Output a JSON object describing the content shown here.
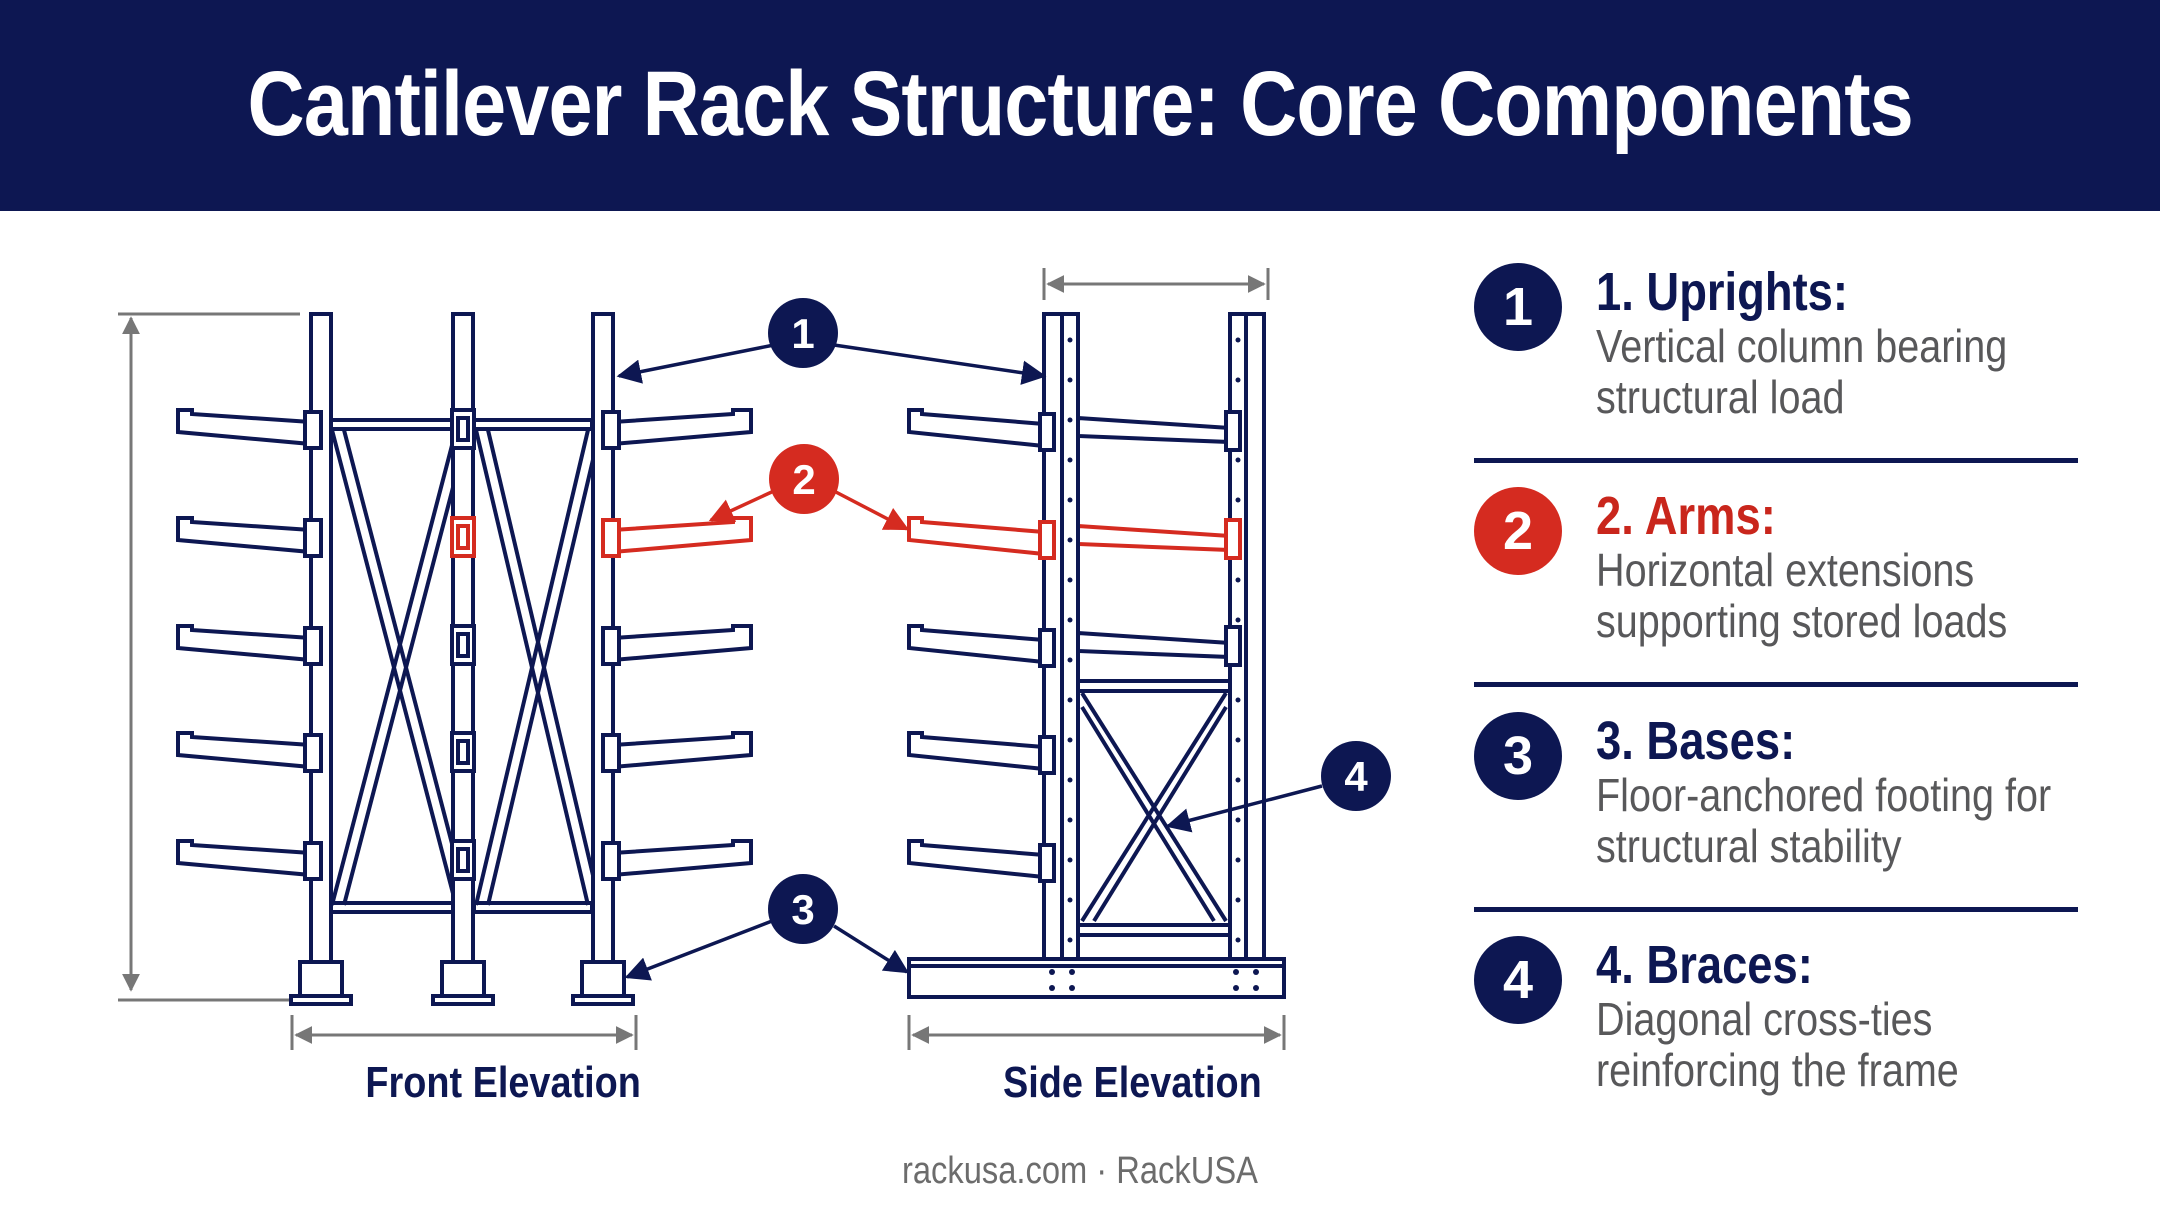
{
  "title": "Cantilever Rack Structure: Core Components",
  "views": {
    "front_label": "Front Elevation",
    "side_label": "Side Elevation"
  },
  "callouts": [
    {
      "number": "1",
      "color": "#0d1752"
    },
    {
      "number": "2",
      "color": "#d52b20"
    },
    {
      "number": "3",
      "color": "#0d1752"
    },
    {
      "number": "4",
      "color": "#0d1752"
    }
  ],
  "legend": [
    {
      "number": "1",
      "title": "1. Uprights:",
      "description": "Vertical column bearing structural load",
      "color": "#0d1752"
    },
    {
      "number": "2",
      "title": "2. Arms:",
      "description": "Horizontal extensions supporting stored loads",
      "color": "#d52b20"
    },
    {
      "number": "3",
      "title": "3. Bases:",
      "description": "Floor-anchored footing for structural stability",
      "color": "#0d1752"
    },
    {
      "number": "4",
      "title": "4. Braces:",
      "description": "Diagonal cross-ties reinforcing the frame",
      "color": "#0d1752"
    }
  ],
  "footer": "rackusa.com · RackUSA"
}
